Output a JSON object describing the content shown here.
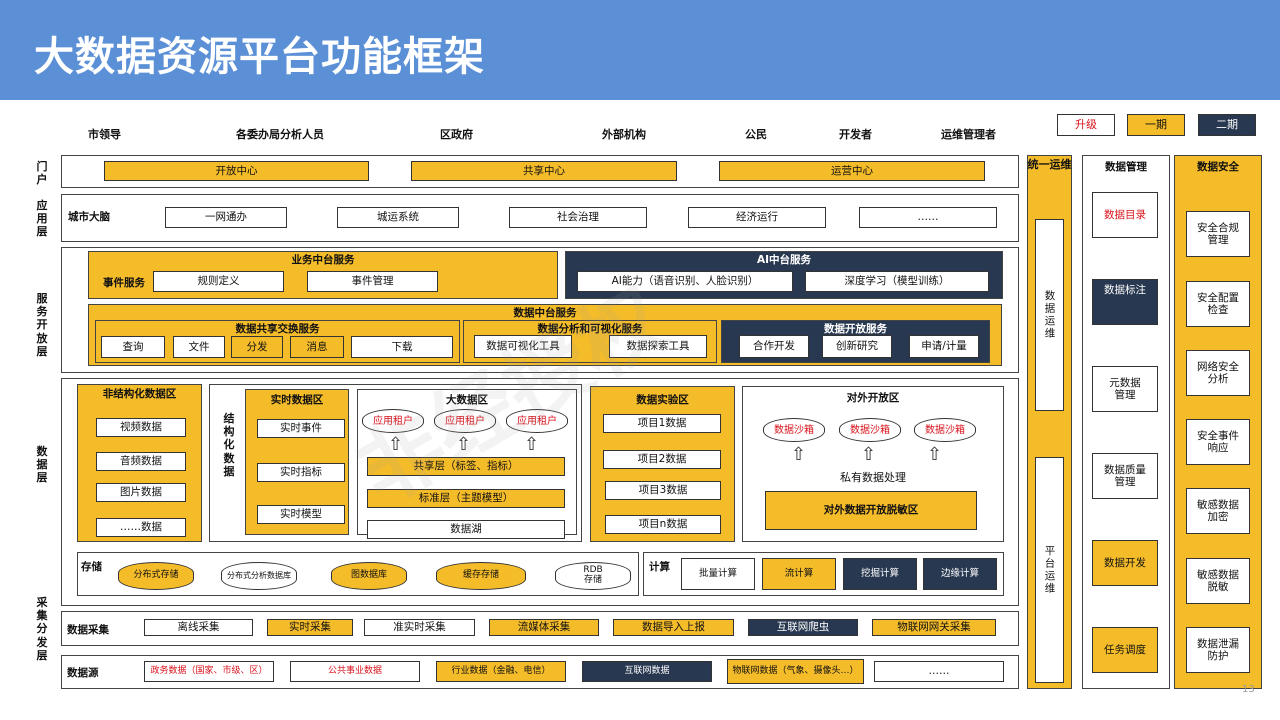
{
  "title": "大数据资源平台功能框架",
  "legend": {
    "upgrade": "升级",
    "phase1": "一期",
    "phase2": "二期"
  },
  "users": [
    "市领导",
    "各委办局分析人员",
    "区政府",
    "外部机构",
    "公民",
    "开发者",
    "运维管理者"
  ],
  "side_labels": {
    "portal": "门户",
    "app": "应用层",
    "service": "服务开放层",
    "data": "数据层",
    "collect": "采集分发层"
  },
  "portal": [
    "开放中心",
    "共享中心",
    "运营中心"
  ],
  "app": {
    "label": "城市大脑",
    "items": [
      "一网通办",
      "城运系统",
      "社会治理",
      "经济运行",
      "……"
    ]
  },
  "business": {
    "title": "业务中台服务",
    "sub": "事件服务",
    "items": [
      "规则定义",
      "事件管理"
    ]
  },
  "ai": {
    "title": "AI中台服务",
    "items": [
      "AI能力（语音识别、人脸识别）",
      "深度学习（模型训练）"
    ]
  },
  "data_mid": {
    "title": "数据中台服务",
    "share": {
      "title": "数据共享交换服务",
      "items": [
        "查询",
        "文件",
        "分发",
        "消息",
        "下载"
      ]
    },
    "analysis": {
      "title": "数据分析和可视化服务",
      "items": [
        "数据可视化工具",
        "数据探索工具"
      ]
    },
    "open": {
      "title": "数据开放服务",
      "items": [
        "合作开发",
        "创新研究",
        "申请/计量"
      ]
    }
  },
  "unstructured": {
    "title": "非结构化数据区",
    "items": [
      "视频数据",
      "音频数据",
      "图片数据",
      "……数据"
    ]
  },
  "structured": {
    "title": "结构化数据"
  },
  "realtime": {
    "title": "实时数据区",
    "items": [
      "实时事件",
      "实时指标",
      "实时模型"
    ]
  },
  "bigdata": {
    "title": "大数据区",
    "tenants": [
      "应用租户",
      "应用租户",
      "应用租户"
    ],
    "layers": [
      "共享层（标签、指标）",
      "标准层（主题模型）",
      "数据湖"
    ]
  },
  "lab": {
    "title": "数据实验区",
    "items": [
      "项目1数据",
      "项目2数据",
      "项目3数据",
      "项目n数据"
    ]
  },
  "external": {
    "title": "对外开放区",
    "sandboxes": [
      "数据沙箱",
      "数据沙箱",
      "数据沙箱"
    ],
    "private": "私有数据处理",
    "desens": "对外数据开放脱敏区"
  },
  "storage": {
    "label": "存储",
    "items": [
      "分布式存储",
      "分布式分析数据库",
      "图数据库",
      "缓存存储",
      "RDB存储"
    ]
  },
  "compute": {
    "label": "计算",
    "items": [
      "批量计算",
      "流计算",
      "挖掘计算",
      "边缘计算"
    ]
  },
  "collect": {
    "label": "数据采集",
    "items": [
      "离线采集",
      "实时采集",
      "准实时采集",
      "流媒体采集",
      "数据导入上报",
      "互联网爬虫",
      "物联网网关采集"
    ]
  },
  "source": {
    "label": "数据源",
    "items": [
      "政务数据（国家、市级、区）",
      "公共事业数据",
      "行业数据（金融、电信）",
      "互联网数据",
      "物联网数据（气象、摄像头…）",
      "……"
    ]
  },
  "ops": {
    "title": "统一运维",
    "items": [
      "数据运维",
      "平台运维"
    ]
  },
  "mgmt": {
    "title": "数据管理",
    "items": [
      "数据目录",
      "数据标注",
      "元数据管理",
      "数据质量管理",
      "数据开发",
      "任务调度"
    ]
  },
  "security": {
    "title": "数据安全",
    "items": [
      "安全合规管理",
      "安全配置检查",
      "网络安全分析",
      "安全事件响应",
      "敏感数据加密",
      "敏感数据脱敏",
      "数据泄漏防护"
    ]
  },
  "watermark": "非经授权",
  "page_number": "13",
  "colors": {
    "header": "#5b8fd6",
    "phase1": "#f5bc2a",
    "phase2": "#283850",
    "upgrade": "#d9121b"
  }
}
